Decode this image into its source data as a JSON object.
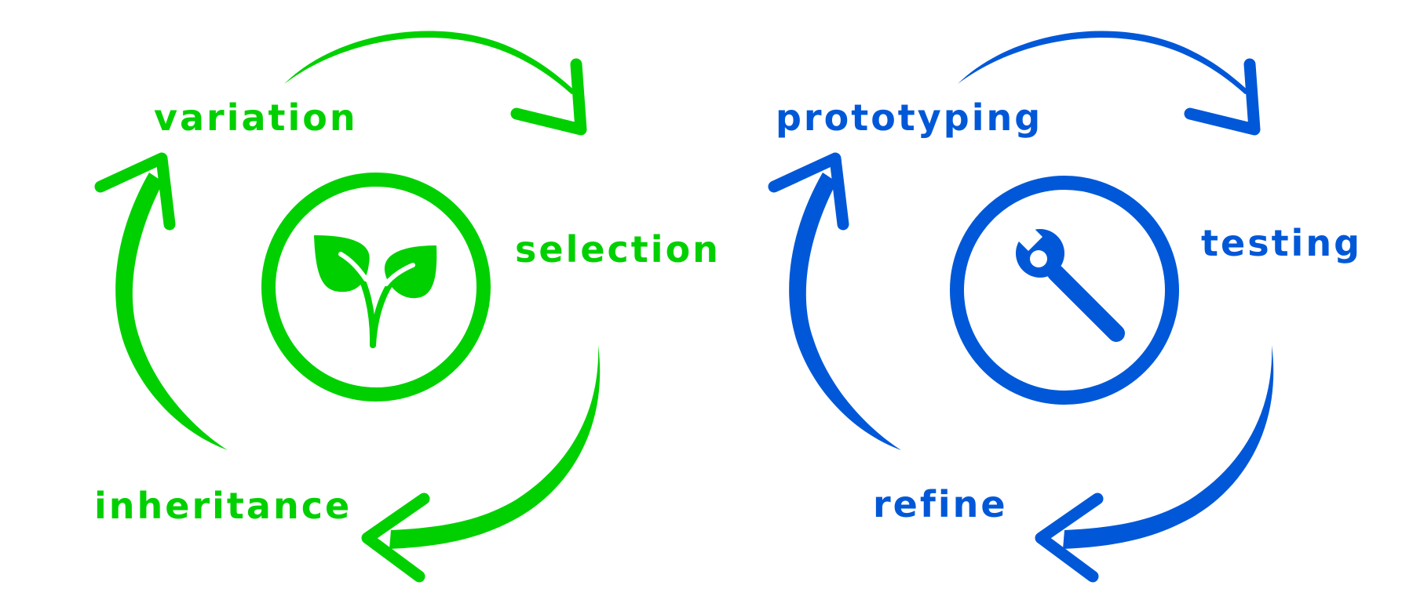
{
  "colors": {
    "green": "#00d000",
    "blue": "#0058d8"
  },
  "cycles": [
    {
      "icon": "sprout-icon",
      "color": "#00d000",
      "labels": {
        "top": "variation",
        "right": "selection",
        "bottom": "inheritance"
      }
    },
    {
      "icon": "wrench-icon",
      "color": "#0058d8",
      "labels": {
        "top": "prototyping",
        "right": "testing",
        "bottom": "refine"
      }
    }
  ]
}
